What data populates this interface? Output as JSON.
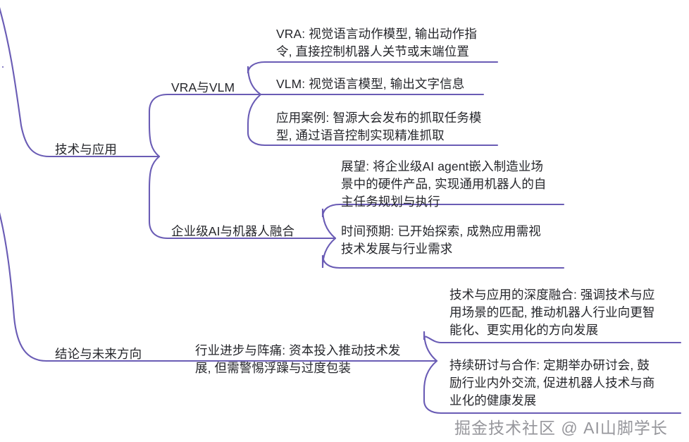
{
  "diagram": {
    "type": "mind-map",
    "line_color": "#6a5cb5",
    "text_color": "#25262b",
    "background": "#ffffff",
    "orientation": "left-to-right"
  },
  "branches": [
    {
      "id": "tech",
      "label": "技术与应用",
      "children": [
        {
          "id": "vra-vlm",
          "label": "VRA与VLM",
          "children": [
            {
              "id": "vra",
              "label": "VRA: 视觉语言动作模型, 输出动作指\n令, 直接控制机器人关节或末端位置"
            },
            {
              "id": "vlm",
              "label": "VLM: 视觉语言模型, 输出文字信息"
            },
            {
              "id": "case",
              "label": "应用案例: 智源大会发布的抓取任务模\n型, 通过语音控制实现精准抓取"
            }
          ]
        },
        {
          "id": "enterprise-ai",
          "label": "企业级AI与机器人融合",
          "children": [
            {
              "id": "outlook",
              "label": "展望: 将企业级AI agent嵌入制造业场\n景中的硬件产品, 实现通用机器人的自\n主任务规划与执行"
            },
            {
              "id": "timeline",
              "label": "时间预期: 已开始探索, 成熟应用需视\n技术发展与行业需求"
            }
          ]
        }
      ]
    },
    {
      "id": "conclusion",
      "label": "结论与未来方向",
      "children": [
        {
          "id": "industry",
          "label": "行业进步与阵痛: 资本投入推动技术发\n展, 但需警惕浮躁与过度包装",
          "children": [
            {
              "id": "deep-fusion",
              "label": "技术与应用的深度融合: 强调技术与应\n用场景的匹配, 推动机器人行业向更智\n能化、更实用化的方向发展"
            },
            {
              "id": "cooperation",
              "label": "持续研讨与合作: 定期举办研讨会, 鼓\n励行业内外交流, 促进机器人技术与商\n业化的健康发展"
            }
          ]
        }
      ]
    }
  ],
  "watermark": {
    "text": "掘金技术社区 @ AI山脚学长"
  }
}
